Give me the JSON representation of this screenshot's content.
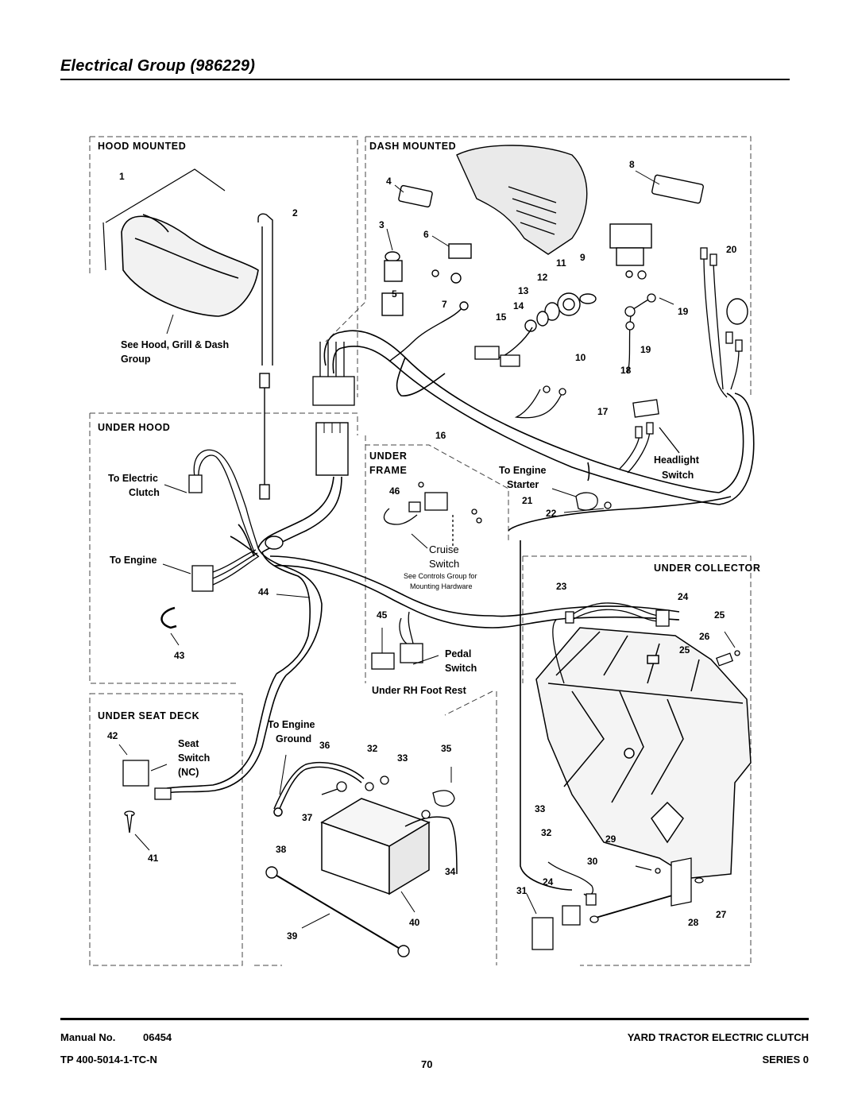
{
  "title": "Electrical Group (986229)",
  "sections": {
    "hood_mounted": "HOOD MOUNTED",
    "dash_mounted": "DASH MOUNTED",
    "under_hood": "UNDER HOOD",
    "under_frame_1": "UNDER",
    "under_frame_2": "FRAME",
    "under_collector": "UNDER COLLECTOR",
    "under_seat_deck": "UNDER SEAT DECK"
  },
  "labels": {
    "see_hood_1": "See Hood, Grill & Dash",
    "see_hood_2": "Group",
    "to_electric_1": "To Electric",
    "to_electric_2": "Clutch",
    "to_engine": "To Engine",
    "to_engine_starter_1": "To Engine",
    "to_engine_starter_2": "Starter",
    "headlight_1": "Headlight",
    "headlight_2": "Switch",
    "cruise_1": "Cruise",
    "cruise_2": "Switch",
    "see_controls_1": "See Controls Group for",
    "see_controls_2": "Mounting Hardware",
    "pedal_1": "Pedal",
    "pedal_2": "Switch",
    "under_rh": "Under RH Foot Rest",
    "seat_1": "Seat",
    "seat_2": "Switch",
    "seat_3": "(NC)",
    "ground_1": "To Engine",
    "ground_2": "Ground"
  },
  "callouts": {
    "c1": "1",
    "c2": "2",
    "c3": "3",
    "c4": "4",
    "c5": "5",
    "c6": "6",
    "c7": "7",
    "c8": "8",
    "c9": "9",
    "c10": "10",
    "c11": "11",
    "c12": "12",
    "c13": "13",
    "c14": "14",
    "c15": "15",
    "c16": "16",
    "c17": "17",
    "c18": "18",
    "c19a": "19",
    "c19b": "19",
    "c20": "20",
    "c21": "21",
    "c22": "22",
    "c23": "23",
    "c24a": "24",
    "c24b": "24",
    "c25a": "25",
    "c25b": "25",
    "c26": "26",
    "c27": "27",
    "c28": "28",
    "c29": "29",
    "c30": "30",
    "c31": "31",
    "c32a": "32",
    "c32b": "32",
    "c33a": "33",
    "c33b": "33",
    "c34": "34",
    "c35": "35",
    "c36": "36",
    "c37": "37",
    "c38": "38",
    "c39": "39",
    "c40": "40",
    "c41": "41",
    "c42": "42",
    "c43": "43",
    "c44": "44",
    "c45": "45",
    "c46": "46"
  },
  "footer": {
    "manual_label": "Manual No.",
    "manual_no": "06454",
    "tp": "TP 400-5014-1-TC-N",
    "page": "70",
    "product": "YARD TRACTOR ELECTRIC CLUTCH",
    "series": "SERIES 0"
  }
}
